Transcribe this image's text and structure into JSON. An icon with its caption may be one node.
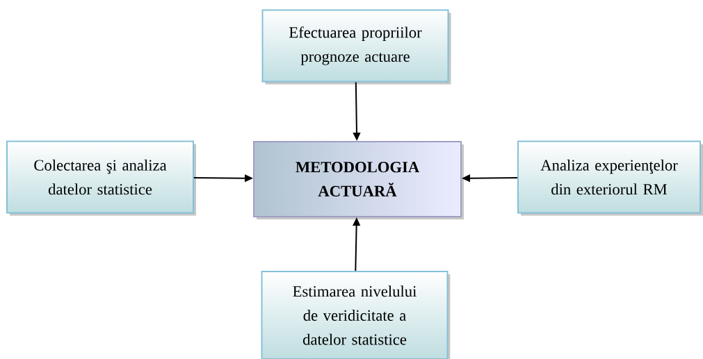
{
  "diagram": {
    "nodes": [
      {
        "text": [
          "Efectuarea propriilor prognoze actuare"
        ]
      },
      {
        "text": [
          "Colectarea şi analiza datelor statistice"
        ]
      },
      {
        "text": [
          "METODOLOGIA ACTUARĂ"
        ]
      },
      {
        "text": [
          "Analiza experienţelor din exteriorul RM"
        ]
      },
      {
        "text": [
          "Estimarea nivelului de veridicitate a datelor statistice"
        ]
      }
    ],
    "edges": [
      {
        "from": 0,
        "to": 2,
        "arrow": "to"
      },
      {
        "from": 1,
        "to": 2,
        "arrow": "to"
      },
      {
        "from": 3,
        "to": 2,
        "arrow": "to"
      },
      {
        "from": 4,
        "to": 2,
        "arrow": "to"
      }
    ]
  }
}
